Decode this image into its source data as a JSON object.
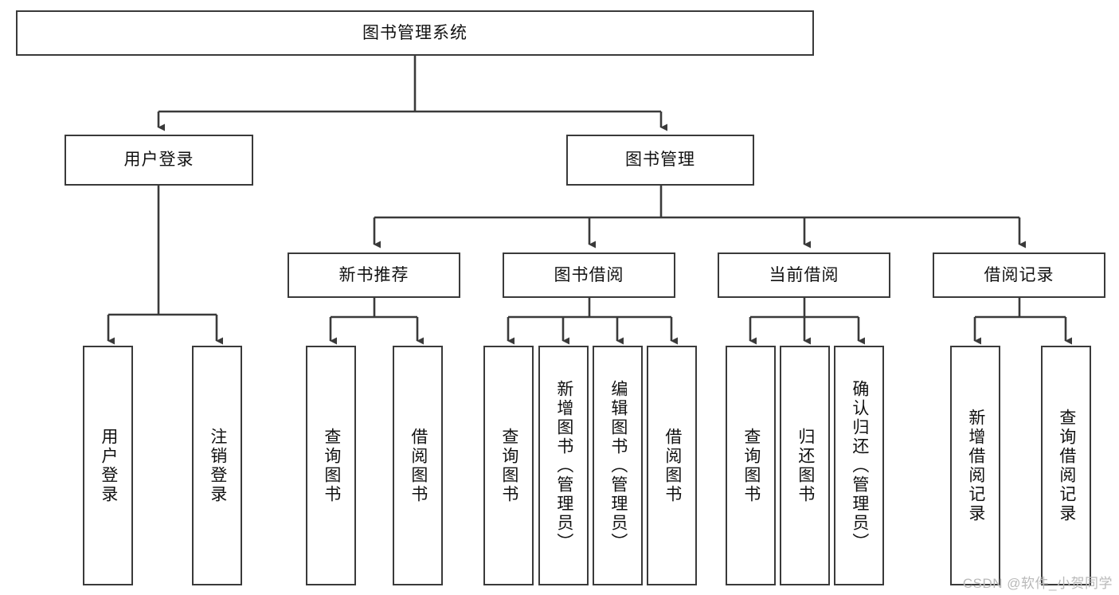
{
  "diagram": {
    "type": "tree-hierarchy",
    "title": "图书管理系统",
    "watermark": "CSDN @软件_小贺同学",
    "colors": {
      "box_border": "#3a3a3a",
      "box_fill": "#ffffff",
      "connector": "#3a3a3a",
      "text": "#111111",
      "watermark": "#b9b9b9"
    },
    "levels": {
      "root": {
        "label": "图书管理系统"
      },
      "level2": [
        {
          "label": "用户登录"
        },
        {
          "label": "图书管理"
        }
      ],
      "level3": [
        {
          "label": "新书推荐"
        },
        {
          "label": "图书借阅"
        },
        {
          "label": "当前借阅"
        },
        {
          "label": "借阅记录"
        }
      ],
      "leaves": {
        "user_login": [
          {
            "label": "用户登录"
          },
          {
            "label": "注销登录"
          }
        ],
        "new_book_recommend": [
          {
            "label": "查询图书"
          },
          {
            "label": "借阅图书"
          }
        ],
        "book_borrow": [
          {
            "label": "查询图书"
          },
          {
            "label": "新增图书（管理员）"
          },
          {
            "label": "编辑图书（管理员）"
          },
          {
            "label": "借阅图书"
          }
        ],
        "current_borrow": [
          {
            "label": "查询图书"
          },
          {
            "label": "归还图书"
          },
          {
            "label": "确认归还（管理员）"
          }
        ],
        "borrow_record": [
          {
            "label": "新增借阅记录"
          },
          {
            "label": "查询借阅记录"
          }
        ]
      }
    }
  }
}
